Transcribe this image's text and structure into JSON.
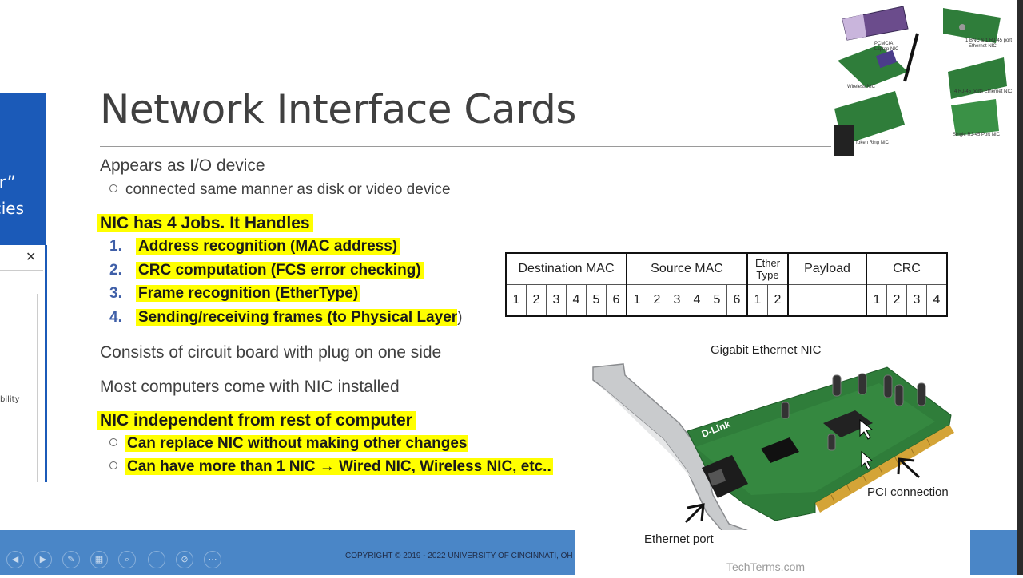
{
  "left_window": {
    "text_line1": "r”",
    "text_line2": "cies",
    "close_glyph": "✕",
    "fragment": "bility"
  },
  "slide": {
    "title": "Network Interface Cards",
    "line_io": "Appears as I/O device",
    "sub_io": "connected same manner as disk or video device",
    "jobs_heading": "NIC has 4 Jobs. It Handles",
    "jobs": [
      {
        "num": "1.",
        "text": "Address recognition (MAC address)"
      },
      {
        "num": "2.",
        "text": "CRC computation (FCS error checking)"
      },
      {
        "num": "3.",
        "text": "Frame recognition (EtherType)"
      },
      {
        "num": "4.",
        "text": "Sending/receiving frames (to Physical Layer"
      }
    ],
    "job4_tail": ")",
    "line_circuit": "Consists of circuit board with plug on one side",
    "line_most": "Most computers come with NIC installed",
    "indep_heading": "NIC independent from rest of computer",
    "indep_sub1": "Can replace NIC without making other changes",
    "indep_sub2": "Can have more than 1 NIC → Wired NIC, Wireless NIC, etc.."
  },
  "frame_table": {
    "headers": {
      "dest": "Destination MAC",
      "source": "Source MAC",
      "ether_line1": "Ether",
      "ether_line2": "Type",
      "payload": "Payload",
      "crc": "CRC"
    },
    "dest_cells": [
      "1",
      "2",
      "3",
      "4",
      "5",
      "6"
    ],
    "source_cells": [
      "1",
      "2",
      "3",
      "4",
      "5",
      "6"
    ],
    "ether_cells": [
      "1",
      "2"
    ],
    "payload_cell": "",
    "crc_cells": [
      "1",
      "2",
      "3",
      "4"
    ]
  },
  "nic_image": {
    "caption": "Gigabit Ethernet NIC",
    "label_pci": "PCI connection",
    "label_eth": "Ethernet port",
    "credit": "TechTerms.com",
    "brand": "D-Link"
  },
  "collage": {
    "labels": [
      "PCMCIA",
      "Laptop NIC",
      "1 BNC & 1 RJ-45 port",
      "Ethernet NIC",
      "Wireless NIC",
      "4 RJ-45 ports Ethernet NIC",
      "Token Ring NIC",
      "Single RJ-45 Port NIC"
    ]
  },
  "footer": {
    "copyright": "COPYRIGHT © 2019 - 2022 UNIVERSITY OF CINCINNATI, OH"
  },
  "colors": {
    "highlight": "#ffff00",
    "bottom_bar": "#4a86c7",
    "number_blue": "#3f5fa8",
    "left_window_blue": "#1b5ab8"
  },
  "presenter_controls": [
    "prev-icon",
    "next-icon",
    "pen-icon",
    "slides-icon",
    "zoom-icon",
    "circle-icon",
    "subtitle-icon",
    "more-icon"
  ]
}
